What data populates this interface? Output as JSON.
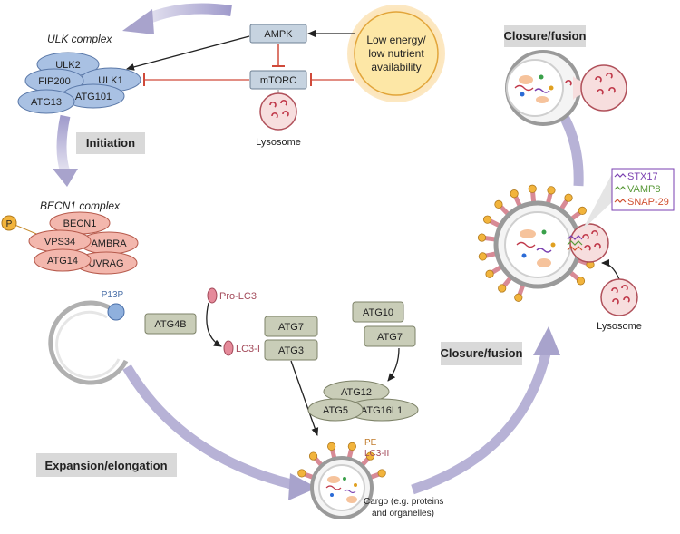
{
  "ulk": {
    "title": "ULK complex",
    "proteins": [
      "ULK2",
      "FIP200",
      "ULK1",
      "ATG13",
      "ATG101"
    ]
  },
  "signaling": {
    "ampk": "AMPK",
    "mtorc": "mTORC",
    "lysosome": "Lysosome",
    "stimulus_line1": "Low energy/",
    "stimulus_line2": "low nutrient",
    "stimulus_line3": "availability"
  },
  "stages": {
    "initiation": "Initiation",
    "expansion": "Expansion/elongation",
    "closure_mid": "Closure/fusion",
    "closure_top": "Closure/fusion"
  },
  "becn1": {
    "title": "BECN1 complex",
    "phospho": "P",
    "proteins": [
      "BECN1",
      "VPS34",
      "AMBRA",
      "ATG14",
      "UVRAG"
    ]
  },
  "conjugation": {
    "p13p": "P13P",
    "pro_lc3": "Pro-LC3",
    "atg4b": "ATG4B",
    "lc3_i": "LC3-I",
    "atg7_a": "ATG7",
    "atg3": "ATG3",
    "atg10": "ATG10",
    "atg7_b": "ATG7",
    "atg12": "ATG12",
    "atg5": "ATG5",
    "atg16l1": "ATG16L1"
  },
  "autophagosome": {
    "pe": "PE",
    "lc3_ii": "LC3-II",
    "cargo_line1": "Cargo (e.g. proteins",
    "cargo_line2": "and organelles)"
  },
  "fusion": {
    "snares": [
      "STX17",
      "VAMP8",
      "SNAP-29"
    ],
    "lysosome": "Lysosome"
  },
  "colors": {
    "blue_protein": "#a9c1e3",
    "red_protein": "#f3b7ad",
    "grey_box": "#c9cdb8",
    "stage_box": "#d9d9d9",
    "big_arrow": "#a8a3cc",
    "inhibit_red": "#d04a3a",
    "stimulus_fill": "#fde7a6"
  }
}
